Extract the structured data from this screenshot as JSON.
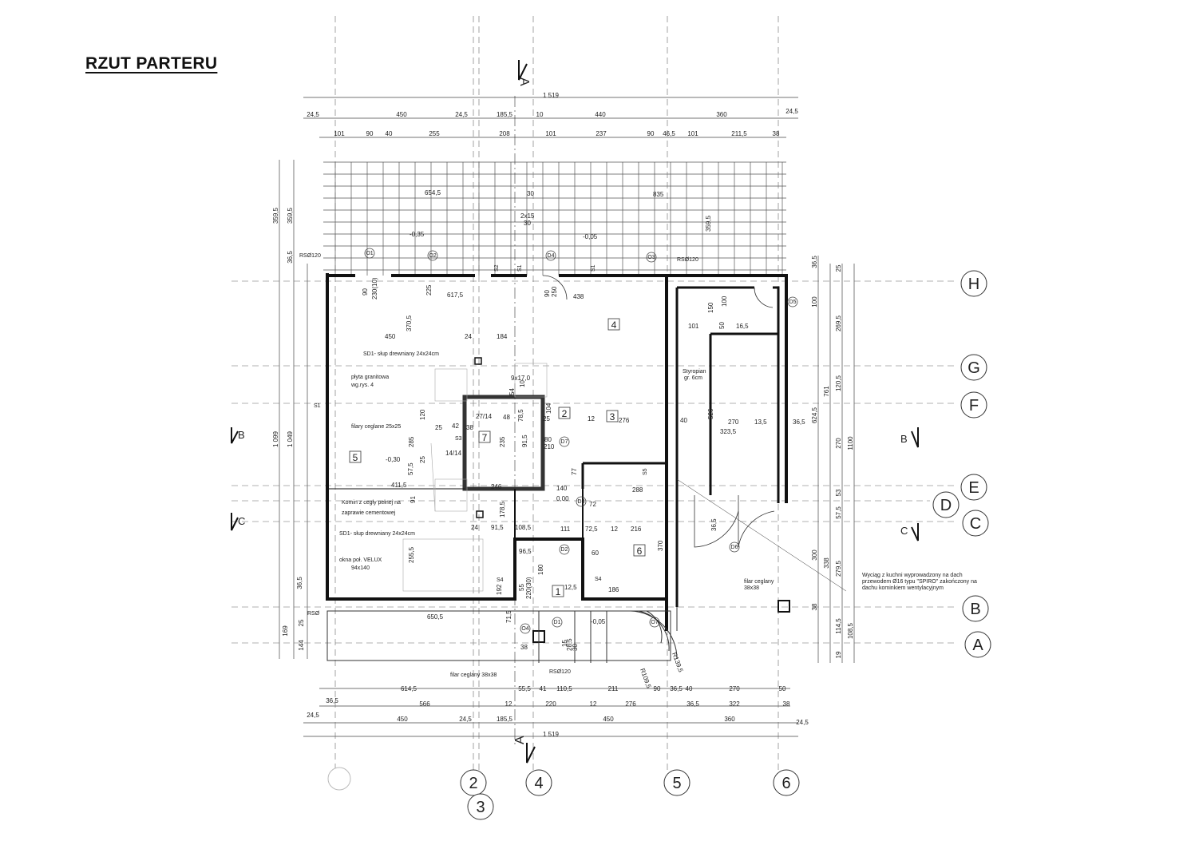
{
  "title": "RZUT PARTERU",
  "axes": {
    "rows": [
      "H",
      "G",
      "F",
      "E",
      "D",
      "C",
      "B",
      "A"
    ],
    "cols": [
      "2",
      "3",
      "4",
      "5",
      "6"
    ]
  },
  "section_marks": [
    "A",
    "A",
    "B",
    "B",
    "C",
    "C"
  ],
  "rooms": [
    "1",
    "2",
    "3",
    "4",
    "5",
    "6",
    "7"
  ],
  "dims_top1": [
    "24,5",
    "450",
    "24,5",
    "185,5",
    "10",
    "440",
    "360",
    "24,5"
  ],
  "dims_top_total": "1 519",
  "dims_top2": [
    "101",
    "90",
    "40",
    "255",
    "208",
    "101",
    "237",
    "90",
    "46,5",
    "101",
    "211,5",
    "38"
  ],
  "dims_bottom1": [
    "614,5",
    "55,5",
    "41",
    "110,5",
    "211",
    "90",
    "36,5",
    "40",
    "270",
    "50"
  ],
  "dims_bottom2": [
    "36,5",
    "566",
    "12",
    "220",
    "12",
    "276",
    "36,5",
    "322",
    "38"
  ],
  "dims_bottom3": [
    "24,5",
    "450",
    "24,5",
    "185,5",
    "450",
    "360",
    "24,5"
  ],
  "dims_bottom_total": "1 519",
  "dims_left": [
    "359,5",
    "359,5",
    "36,5",
    "1 099",
    "1 049",
    "36,5",
    "169",
    "144",
    "25"
  ],
  "dims_right": [
    "36,5",
    "25",
    "100",
    "761",
    "269,5",
    "624,5",
    "120,5",
    "270",
    "1100",
    "53",
    "57,5",
    "300",
    "338",
    "279,5",
    "38",
    "114,5",
    "108,5",
    "19"
  ],
  "interior_dims": [
    "654,5",
    "835",
    "359,5",
    "617,5",
    "370,5",
    "450",
    "24",
    "184",
    "438",
    "30",
    "2x15",
    "30",
    "90",
    "250",
    "411,5",
    "246",
    "140",
    "288",
    "650,5",
    "276",
    "12",
    "323,5",
    "270",
    "13,5",
    "36,5",
    "526",
    "40",
    "101",
    "50",
    "16,5",
    "150",
    "100",
    "186",
    "60",
    "72,5",
    "216",
    "111",
    "91,5",
    "108,5",
    "178,5",
    "285",
    "120",
    "57,5",
    "25",
    "91",
    "24",
    "255,5",
    "370",
    "80",
    "210",
    "91,5",
    "235",
    "77",
    "9x17,0",
    "10",
    "25",
    "104",
    "36,5",
    "230(10)",
    "90",
    "225",
    "12,5",
    "96,5",
    "180",
    "220(30)",
    "55",
    "71,5",
    "192",
    "38",
    "15",
    "30",
    "28,5",
    "R109,5",
    "R139,5",
    "12",
    "72",
    "0,00",
    "-0,35",
    "-0,05",
    "-0,30",
    "-0,05",
    "27/14",
    "14/14",
    "42",
    "38",
    "25",
    "78,5",
    "48",
    "54"
  ],
  "markers": [
    "O1",
    "O2",
    "D4",
    "O3",
    "D5",
    "D6",
    "D7",
    "D1",
    "D2",
    "D3",
    "O4",
    "O7"
  ],
  "wall_marks": [
    "S1",
    "S2",
    "S3",
    "S4",
    "S4",
    "S5",
    "S1",
    "S1"
  ],
  "labels": {
    "rso_top_left": "RSØ120",
    "rso_top_right": "RSØ120",
    "rso_bottom": "RSØ120",
    "rs_left": "RSØ",
    "sd1_top": "SD1- słup drewniany 24x24cm",
    "plyta": "płyta granitowa",
    "plyta2": "wg.rys. 4",
    "filary": "filary ceglane 25x25",
    "komin": "Komin z cegły pełnej na",
    "komin2": "zaprawie cementowej",
    "sd1_bottom": "SD1- słup drewniany 24x24cm",
    "velux": "okna poł. VELUX",
    "velux2": "94x140",
    "filar_bottom": "filar ceglany 38x38",
    "filar_right": "filar ceglany",
    "filar_right2": "38x38",
    "styropian": "Styropian",
    "styropian2": "gr. 6cm",
    "wyciag1": "Wyciąg z kuchni wyprowadzony na dach",
    "wyciag2": "przewodem Ø16 typu \"SPIRO\" zakończony na",
    "wyciag3": "dachu kominkiem wentylacyjnym"
  }
}
